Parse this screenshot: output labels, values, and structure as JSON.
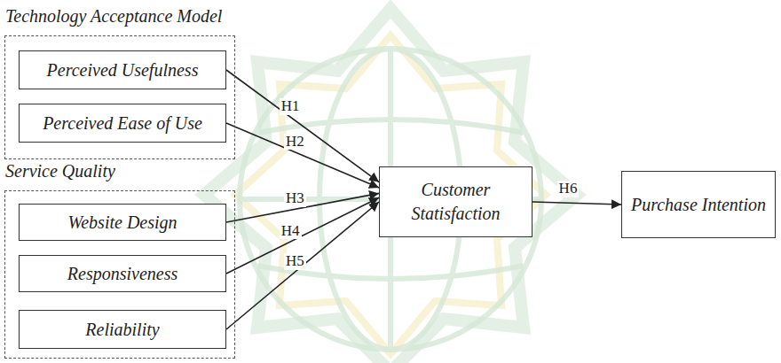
{
  "diagram": {
    "nodes": [
      {
        "text": [
          "Technology Acceptance Model"
        ]
      },
      {
        "text": [
          "Perceived Usefulness"
        ],
        "in": 0
      },
      {
        "text": [
          "Perceived Ease of Use"
        ],
        "in": 0
      },
      {
        "text": [
          "Service Quality"
        ]
      },
      {
        "text": [
          "Website Design"
        ],
        "in": 3
      },
      {
        "text": [
          "Responsiveness"
        ],
        "in": 3
      },
      {
        "text": [
          "Reliability"
        ],
        "in": 3
      },
      {
        "text": [
          "Customer Statisfaction"
        ]
      },
      {
        "text": [
          "Purchase Intention"
        ]
      }
    ],
    "edges": [
      {
        "from": 1,
        "to": 7,
        "label": "H1",
        "arrow": "to"
      },
      {
        "from": 2,
        "to": 7,
        "label": "H2",
        "arrow": "to"
      },
      {
        "from": 4,
        "to": 7,
        "label": "H3",
        "arrow": "to"
      },
      {
        "from": 5,
        "to": 7,
        "label": "H4",
        "arrow": "to"
      },
      {
        "from": 6,
        "to": 7,
        "label": "H5",
        "arrow": "to"
      },
      {
        "from": 7,
        "to": 8,
        "label": "H6",
        "arrow": "to"
      }
    ]
  }
}
